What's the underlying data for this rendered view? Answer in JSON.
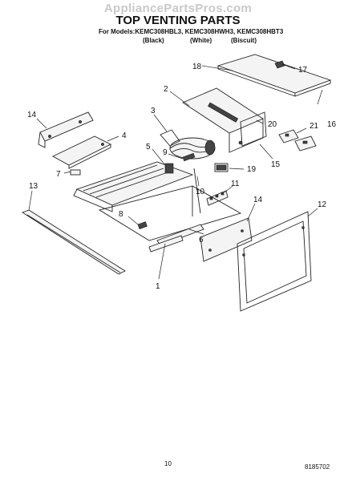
{
  "watermark": "AppliancePartsPros.com",
  "title": "TOP VENTING PARTS",
  "models_line": "For Models:KEMC308HBL3, KEMC308HWH3, KEMC308HBT3",
  "variants": [
    "(Black)",
    "(White)",
    "(Biscuit)"
  ],
  "callouts": [
    "18",
    "17",
    "2",
    "16",
    "20",
    "3",
    "21",
    "14",
    "4",
    "5",
    "9",
    "19",
    "15",
    "7",
    "10",
    "11",
    "13",
    "14",
    "12",
    "8",
    "6",
    "1"
  ],
  "footer": {
    "page_number": "10",
    "doc_id": "8185702"
  }
}
